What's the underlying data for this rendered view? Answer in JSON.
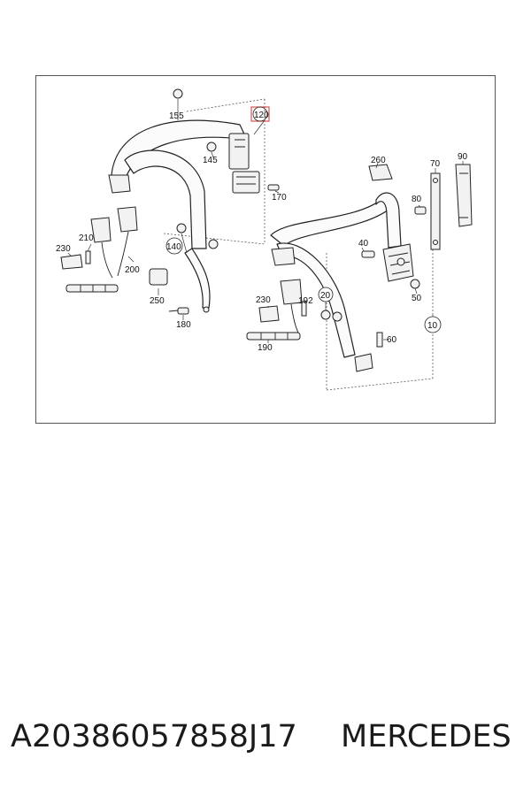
{
  "diagram": {
    "callouts": {
      "c155": "155",
      "c120": "120",
      "c145": "145",
      "c170": "170",
      "c210": "210",
      "c230a": "230",
      "c200": "200",
      "c140": "140",
      "c250": "250",
      "c180": "180",
      "c260": "260",
      "c70": "70",
      "c90": "90",
      "c80": "80",
      "c40": "40",
      "c50": "50",
      "c230b": "230",
      "c192": "192",
      "c20": "20",
      "c190": "190",
      "c60": "60",
      "c10": "10"
    },
    "highlight_color": "#d9534f"
  },
  "caption": {
    "part_number": "A20386057858J17",
    "brand": "MERCEDES"
  }
}
